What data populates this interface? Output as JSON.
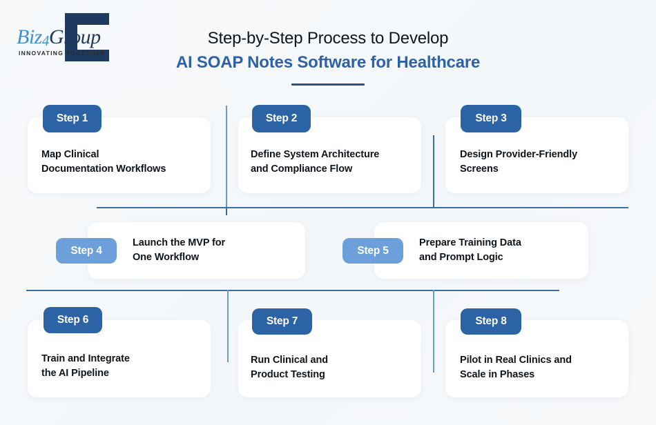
{
  "logo": {
    "name": "biz4group-logo",
    "word_part1": "Biz",
    "word_part2": "4",
    "word_part3": "Group",
    "tagline": "INNOVATING TOGETHER"
  },
  "title": {
    "line1": "Step-by-Step Process to Develop",
    "line2": "AI SOAP Notes Software for Healthcare"
  },
  "colors": {
    "background": "#f6f8fa",
    "accent_dark_blue": "#2c63a5",
    "accent_light_blue": "#6d9fda",
    "title_blue": "#2e62a8",
    "line_blue": "#3a6ea5",
    "logo_navy": "#1f3a5f",
    "card_white": "#ffffff"
  },
  "steps": [
    {
      "badge": "Step 1",
      "text": "Map Clinical\nDocumentation Workflows",
      "style": "dark",
      "layout": "stacked"
    },
    {
      "badge": "Step 2",
      "text": "Define System Architecture\nand Compliance Flow",
      "style": "dark",
      "layout": "stacked"
    },
    {
      "badge": "Step 3",
      "text": "Design Provider-Friendly\nScreens",
      "style": "dark",
      "layout": "stacked"
    },
    {
      "badge": "Step 4",
      "text": "Launch the MVP for\nOne Workflow",
      "style": "light",
      "layout": "inline"
    },
    {
      "badge": "Step 5",
      "text": "Prepare Training Data\nand Prompt Logic",
      "style": "light",
      "layout": "inline"
    },
    {
      "badge": "Step 6",
      "text": "Train and Integrate\nthe AI Pipeline",
      "style": "dark",
      "layout": "stacked"
    },
    {
      "badge": "Step 7",
      "text": "Run Clinical and\nProduct Testing",
      "style": "dark",
      "layout": "stacked"
    },
    {
      "badge": "Step 8",
      "text": "Pilot in Real Clinics and\nScale in Phases",
      "style": "dark",
      "layout": "stacked"
    }
  ]
}
